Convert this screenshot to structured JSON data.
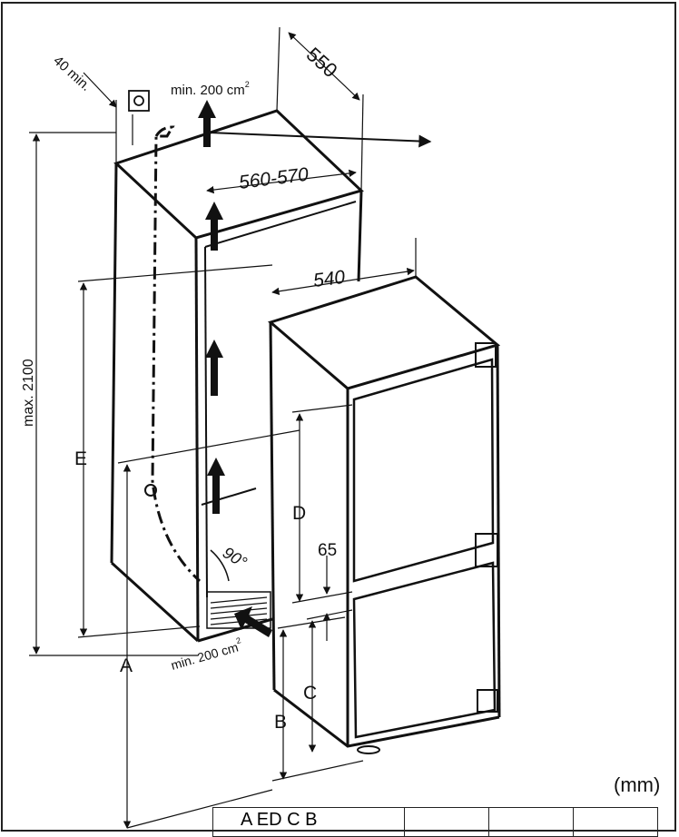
{
  "diagram": {
    "dim_40min": "40 min.",
    "vent_top": "min. 200 cm",
    "vent_top_sup": "2",
    "vent_bottom": "min. 200 cm",
    "vent_bottom_sup": "2",
    "dim_550": "550",
    "dim_560_570": "560-570",
    "dim_540": "540",
    "dim_max_2100": "max. 2100",
    "label_E": "E",
    "label_A": "A",
    "label_D": "D",
    "dim_65": "65",
    "label_C": "C",
    "label_B": "B",
    "angle_90": "90°"
  },
  "unit": "(mm)",
  "table": {
    "header": "A  ED C B"
  },
  "colors": {
    "line": "#111111",
    "frame": "#222222",
    "background": "#ffffff"
  }
}
